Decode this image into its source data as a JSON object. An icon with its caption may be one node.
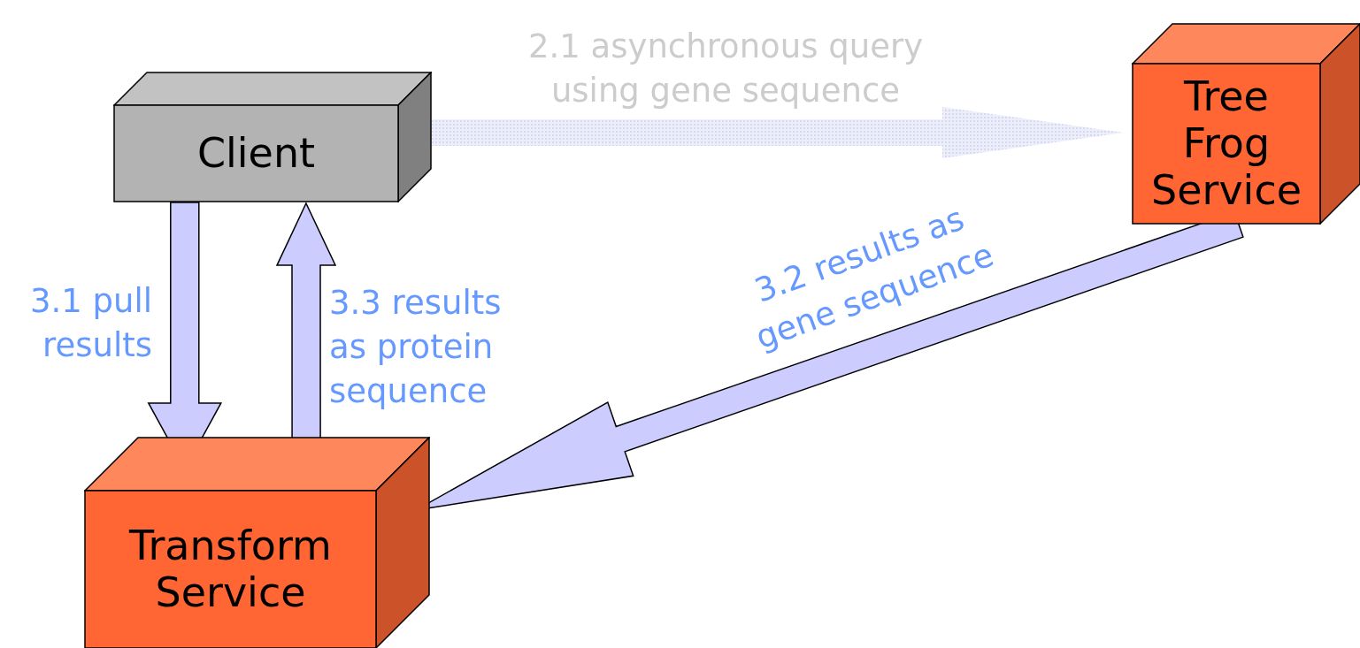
{
  "diagram": {
    "nodes": [
      {
        "text": [
          "Client"
        ]
      },
      {
        "text": [
          "Tree Frog Service"
        ]
      },
      {
        "text": [
          "Transform Service"
        ]
      }
    ],
    "edges": [
      {
        "from": 0,
        "to": 1,
        "arrow": "to",
        "label": "2.1 asynchronous query using gene sequence",
        "style": "dashed",
        "color": "#d6d8f2"
      },
      {
        "from": 0,
        "to": 2,
        "arrow": "to",
        "label": "3.1 pull results"
      },
      {
        "from": 2,
        "to": 0,
        "arrow": "to",
        "label": "3.3 results as protein sequence"
      },
      {
        "from": 1,
        "to": 2,
        "arrow": "to",
        "label": "3.2 results as gene sequence"
      }
    ]
  }
}
